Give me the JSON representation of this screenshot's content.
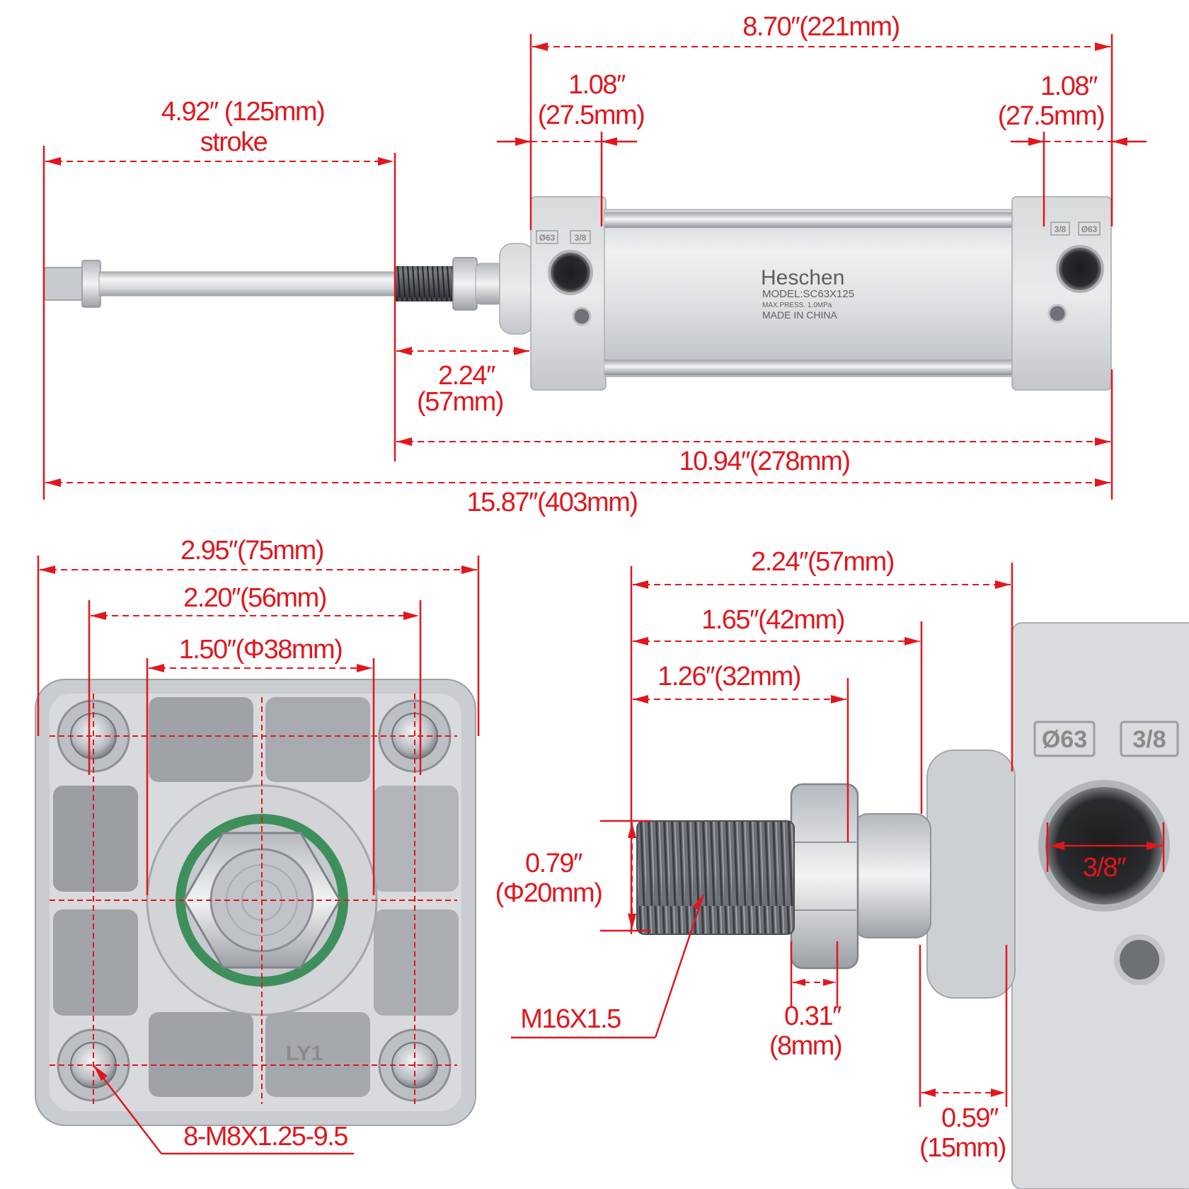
{
  "colors": {
    "dimension": "#e2161c",
    "aluminum_light": "#e4e6e8",
    "aluminum_mid": "#c9ccd0",
    "aluminum_dark": "#9ea2a7",
    "thread": "#5a5d62",
    "seal_green": "#3e8f5c"
  },
  "top_view": {
    "stroke_value": "4.92″ (125mm)",
    "stroke_label": "stroke",
    "body_length": "8.70″(221mm)",
    "front_cap_label": "1.08″",
    "front_cap_mm": "(27.5mm)",
    "rear_cap_label": "1.08″",
    "rear_cap_mm": "(27.5mm)",
    "rod_extension_label": "2.24″",
    "rod_extension_mm": "(57mm)",
    "retracted_length": "10.94″(278mm)",
    "extended_length": "15.87″(403mm)",
    "branding": {
      "brand": "Heschen",
      "model": "MODEL:SC63X125",
      "pressure": "MAX.PRESS.  1.0MPa",
      "origin": "MADE IN CHINA"
    },
    "cap_marks": [
      "Ø63",
      "3/8"
    ]
  },
  "end_view": {
    "overall_width": "2.95″(75mm)",
    "bolt_spacing": "2.20″(56mm)",
    "boss_diameter": "1.50″(Φ38mm)",
    "bolt_thread": "8-M8X1.25-9.5",
    "casting_mark": "LY1"
  },
  "rod_detail": {
    "total_length": "2.24″(57mm)",
    "to_gland": "1.65″(42mm)",
    "thread_length": "1.26″(32mm)",
    "thread_dia_label": "0.79″",
    "thread_dia_mm": "(Φ20mm)",
    "thread_spec": "M16X1.5",
    "nut_label": "0.31″",
    "nut_mm": "(8mm)",
    "boss_label": "0.59″",
    "boss_mm": "(15mm)",
    "port_size": "3/8″",
    "cap_marks": [
      "Ø63",
      "3/8"
    ]
  }
}
